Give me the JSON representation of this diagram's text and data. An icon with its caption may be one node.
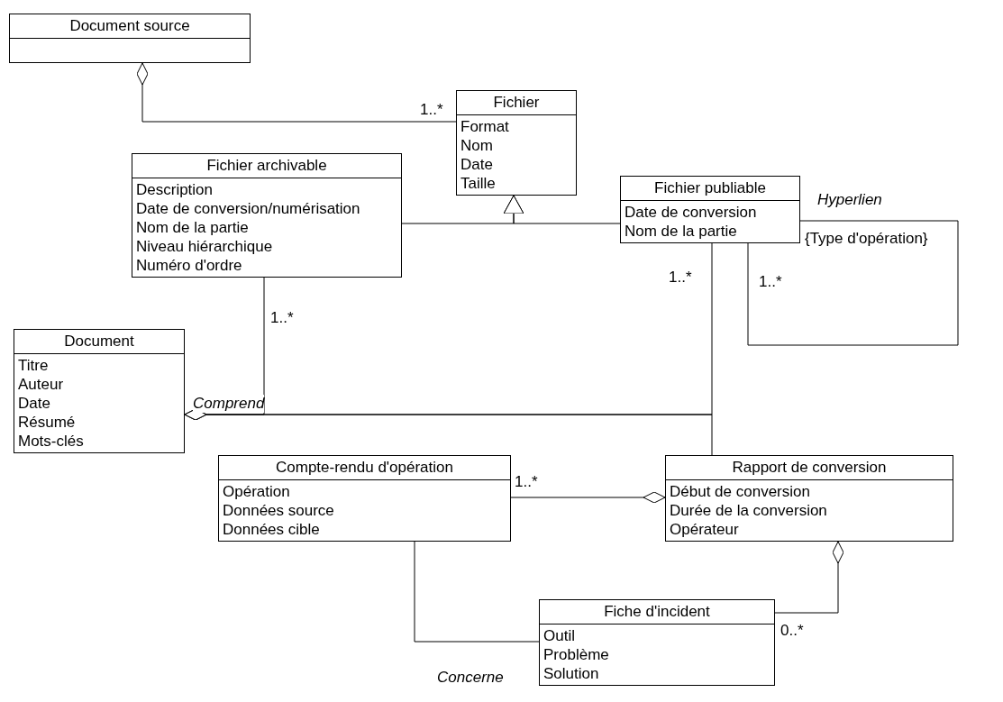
{
  "diagram": {
    "nodes": [
      {
        "text": [
          "Document source"
        ]
      },
      {
        "text": [
          "Fichier",
          "Format",
          "Nom",
          "Date",
          "Taille"
        ]
      },
      {
        "text": [
          "Fichier archivable",
          "Description",
          "Date de conversion/numérisation",
          "Nom de la partie",
          "Niveau hiérarchique",
          "Numéro d'ordre"
        ]
      },
      {
        "text": [
          "Fichier publiable",
          "Date de conversion",
          "Nom de la partie"
        ]
      },
      {
        "text": [
          "Document",
          "Titre",
          "Auteur",
          "Date",
          "Résumé",
          "Mots-clés"
        ]
      },
      {
        "text": [
          "Compte-rendu d'opération",
          "Opération",
          "Données source",
          "Données cible"
        ]
      },
      {
        "text": [
          "Rapport de conversion",
          "Début de conversion",
          "Durée de la conversion",
          "Opérateur"
        ]
      },
      {
        "text": [
          "Fiche d'incident",
          "Outil",
          "Problème",
          "Solution"
        ]
      }
    ],
    "edges": [
      {
        "from": 0,
        "to": 1,
        "arrow": "other"
      },
      {
        "from": 2,
        "to": 1,
        "arrow": "to"
      },
      {
        "from": 3,
        "to": 1,
        "arrow": "to"
      },
      {
        "from": 3,
        "to": 3,
        "arrow": "none",
        "label": "Hyperlien"
      },
      {
        "from": 4,
        "to": 2,
        "arrow": "other",
        "label": "Comprend"
      },
      {
        "from": 4,
        "to": 3,
        "arrow": "other"
      },
      {
        "from": 4,
        "to": 6,
        "arrow": "other"
      },
      {
        "from": 6,
        "to": 5,
        "arrow": "other"
      },
      {
        "from": 5,
        "to": 7,
        "arrow": "none",
        "label": "Concerne"
      },
      {
        "from": 6,
        "to": 7,
        "arrow": "other"
      }
    ],
    "labels": [
      "1..*",
      "{Type d'opération}",
      "1..*",
      "1..*",
      "1..*",
      "1..*",
      "0..*"
    ]
  }
}
